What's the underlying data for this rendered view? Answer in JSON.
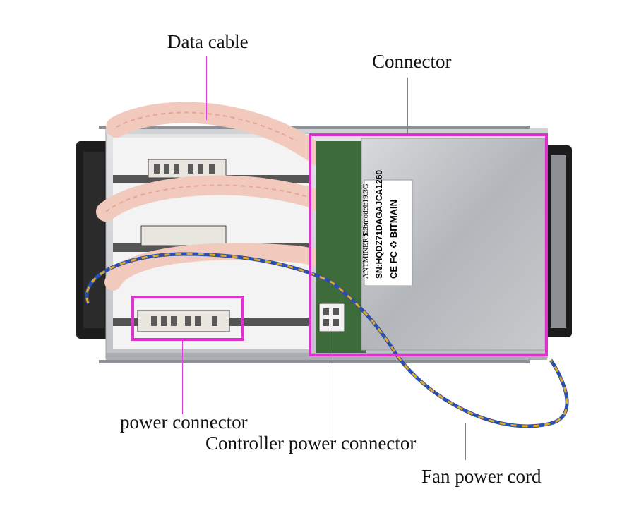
{
  "labels": {
    "data_cable": "Data cable",
    "connector": "Connector",
    "power_connector": "power connector",
    "controller_power_connector": "Controller power connector",
    "fan_power_cord": "Fan power cord"
  },
  "sticker": {
    "brand_line": "ANTMINER D3",
    "submodel": "Submodel:19.3G",
    "serial": "SN:HQDZ71DAGAJCA1260",
    "marks": "CE FC ♻ BITMAIN"
  },
  "colors": {
    "highlight": "#e030d0",
    "leader_line": "#e040d8",
    "chassis": "#c9ccd0",
    "heatsink": "#b9bcc0",
    "cable": "#f2c9bd",
    "pcb": "#3d6b3a"
  }
}
